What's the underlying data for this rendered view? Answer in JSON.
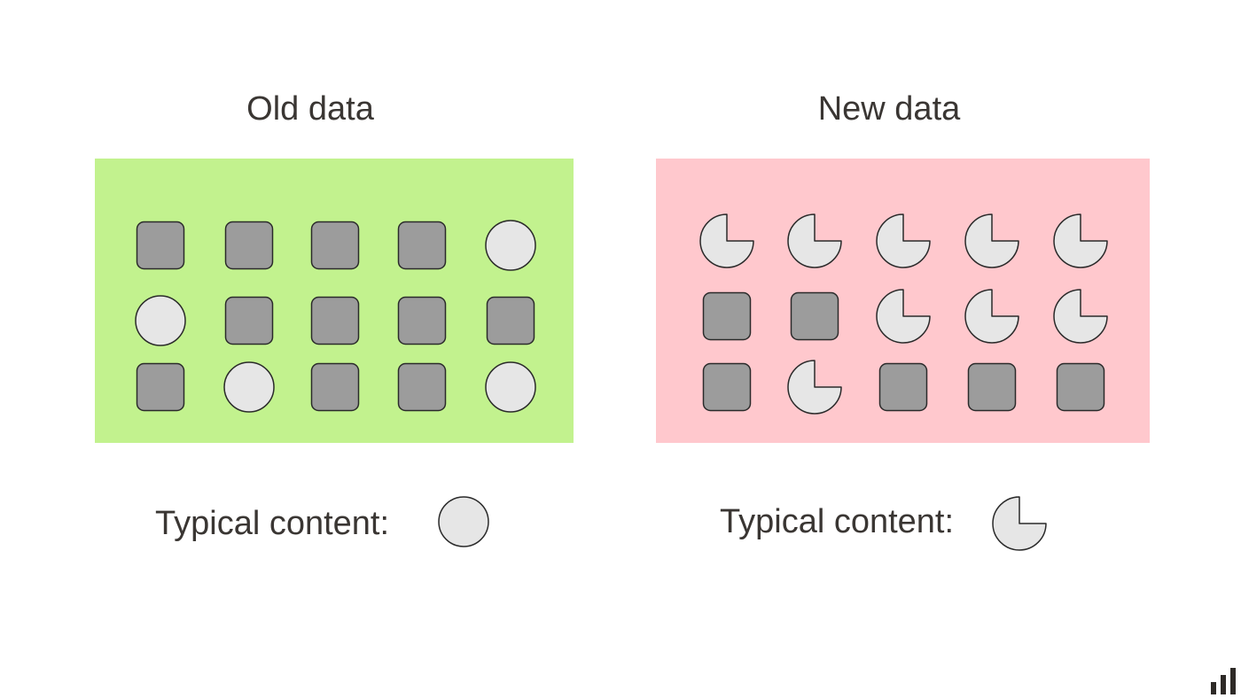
{
  "titles": {
    "old": "Old data",
    "new": "New data"
  },
  "captions": {
    "old": "Typical content:",
    "new": "Typical content:"
  },
  "colors": {
    "old_panel": "#c2f28e",
    "new_panel": "#ffc8cd",
    "square_fill": "#9c9c9c",
    "circle_fill": "#e6e6e6",
    "outline": "#2a2a2a",
    "text": "#3a3633",
    "logo": "#2e2a27"
  },
  "panels": {
    "old": {
      "rows": [
        [
          "square",
          "square",
          "square",
          "square",
          "circle"
        ],
        [
          "circle",
          "square",
          "square",
          "square",
          "square"
        ],
        [
          "square",
          "circle",
          "square",
          "square",
          "circle"
        ]
      ],
      "typical": "circle"
    },
    "new": {
      "rows": [
        [
          "pacman",
          "pacman",
          "pacman",
          "pacman",
          "pacman"
        ],
        [
          "square",
          "square",
          "pacman",
          "pacman",
          "pacman"
        ],
        [
          "square",
          "pacman",
          "square",
          "square",
          "square"
        ]
      ],
      "typical": "pacman"
    }
  },
  "logo_icon": "bar-chart-icon"
}
